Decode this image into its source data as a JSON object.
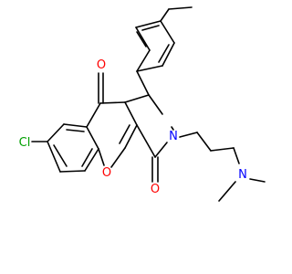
{
  "molecule": {
    "atoms": {
      "o_ketone": {
        "label": "O",
        "color": "#ff0000"
      },
      "o_lactam": {
        "label": "O",
        "color": "#ff0000"
      },
      "o_ring": {
        "label": "O",
        "color": "#ff0000"
      },
      "n_ring": {
        "label": "N",
        "color": "#0000ff"
      },
      "n_amine": {
        "label": "N",
        "color": "#0000ff"
      },
      "cl": {
        "label": "Cl",
        "color": "#00a000"
      }
    }
  }
}
